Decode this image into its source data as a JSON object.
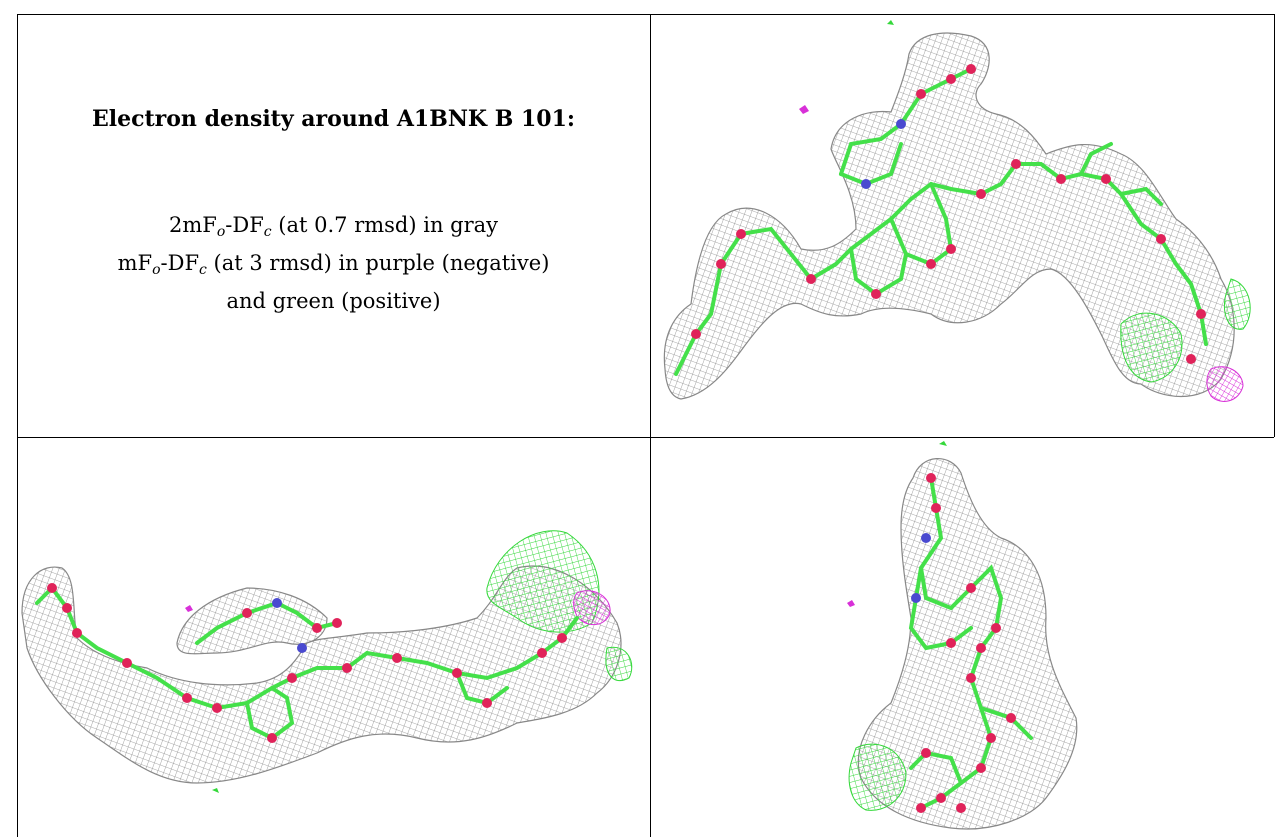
{
  "panel_text": {
    "title": "Electron density around A1BNK B 101:",
    "line1": {
      "prefix": "2mF",
      "sub_o": "o",
      "mid": "-DF",
      "sub_c": "c",
      "suffix": " (at 0.7 rmsd) in gray"
    },
    "line2": {
      "prefix": "mF",
      "sub_o": "o",
      "mid": "-DF",
      "sub_c": "c",
      "suffix": " (at 3 rmsd) in purple (negative)"
    },
    "line3": "and green (positive)"
  },
  "colors": {
    "mesh_gray": "#9a9a9a",
    "bond_green": "#44e04a",
    "oxygen_red": "#e0235a",
    "nitrogen_blue": "#4a4ad0",
    "positive_green": "#34d83a",
    "negative_purple": "#d830d8"
  }
}
